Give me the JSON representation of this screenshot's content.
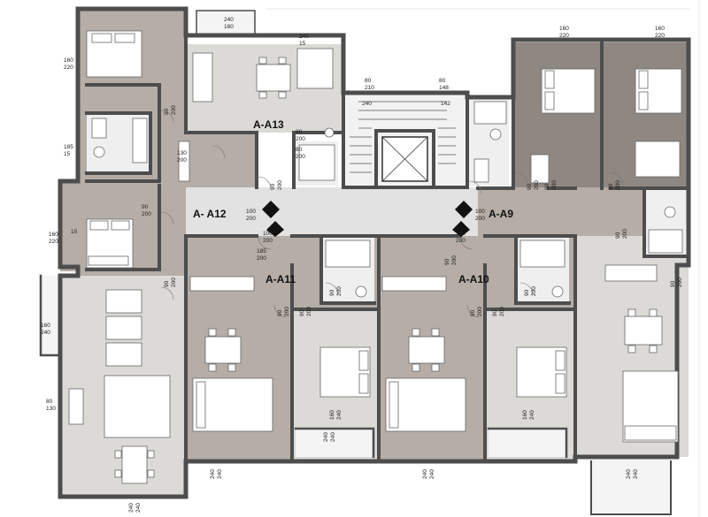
{
  "plan": {
    "units": [
      {
        "id": "u13",
        "label": "A-A13"
      },
      {
        "id": "u12",
        "label": "A- A12"
      },
      {
        "id": "u11",
        "label": "A-A11"
      },
      {
        "id": "u10",
        "label": "A-A10"
      },
      {
        "id": "u9",
        "label": "A-A9"
      }
    ],
    "dimensions": {
      "top_balcony_w": "240",
      "top_balcony_h": "180",
      "win_13_w": "240",
      "win_13_h": "15",
      "win_stair_1_w": "80",
      "win_stair_1_h": "210",
      "win_stair_2_w": "80",
      "win_stair_2_h": "148",
      "stair_a": "240",
      "stair_b": "142",
      "win_a9_bed1_w": "160",
      "win_a9_bed1_h": "220",
      "win_a9_bed2_w": "160",
      "win_a9_bed2_h": "220",
      "win_a12_bed1_w": "160",
      "win_a12_bed1_h": "220",
      "win_a12_bath_w": "185",
      "win_a12_bath_h": "15",
      "win_a12_bed2_w": "160",
      "win_a12_bed2_h": "220",
      "a12_bed2_side": "15",
      "door_a12_a_w": "90",
      "door_a12_a_h": "200",
      "door_a12_b_w": "80",
      "door_a12_b_h": "200",
      "door_a12_c_w": "130",
      "door_a12_c_h": "200",
      "door_a12_d_w": "80",
      "door_a12_d_h": "200",
      "door_a12_e_w": "90",
      "door_a12_e_h": "200",
      "door_a12_f_w": "90",
      "door_a12_f_h": "200",
      "door_a12_g_w": "90",
      "door_a12_g_h": "200",
      "entry_a12_w": "100",
      "entry_a12_h": "200",
      "entry_a11_w": "100",
      "entry_a11_h": "200",
      "entry_a10_w": "100",
      "entry_a10_h": "200",
      "entry_a9_w": "100",
      "entry_a9_h": "200",
      "door_a9_a_w": "90",
      "door_a9_a_h": "200",
      "door_a9_b_w": "90",
      "door_a9_b_h": "200",
      "door_a9_c_w": "90",
      "door_a9_c_h": "200",
      "door_a9_d_w": "90",
      "door_a9_d_h": "200",
      "door_a9_e_w": "90",
      "door_a9_e_h": "200",
      "door_a11_a_w": "185",
      "door_a11_a_h": "200",
      "door_a11_b_w": "90",
      "door_a11_b_h": "200",
      "door_a11_c_w": "90",
      "door_a11_c_h": "200",
      "door_a11_d_w": "90",
      "door_a11_d_h": "200",
      "door_a10_a_w": "90",
      "door_a10_a_h": "200",
      "door_a10_b_w": "90",
      "door_a10_b_h": "200",
      "door_a10_c_w": "90",
      "door_a10_c_h": "200",
      "door_a10_d_w": "90",
      "door_a10_d_h": "200",
      "left_balcony_w": "160",
      "left_balcony_h": "240",
      "left_win_w": "80",
      "left_win_h": "130",
      "win_a11_bed_w": "160",
      "win_a11_bed_h": "240",
      "win_a10_bed_w": "160",
      "win_a10_bed_h": "240",
      "bottom_win_1_w": "240",
      "bottom_win_1_h": "240",
      "bottom_win_2_w": "240",
      "bottom_win_2_h": "240",
      "bottom_win_3_w": "240",
      "bottom_win_3_h": "240",
      "bottom_win_4_w": "240",
      "bottom_win_4_h": "240",
      "bottom_win_5_w": "240",
      "bottom_win_5_h": "240"
    }
  },
  "colors": {
    "wall": "#4d4d4d",
    "dark_floor": "#8f8781",
    "mid_floor": "#b5ada6",
    "light_floor": "#dcdad6",
    "corridor": "#e2e2e2",
    "wet": "#efefef",
    "furniture": "#ffffff"
  }
}
